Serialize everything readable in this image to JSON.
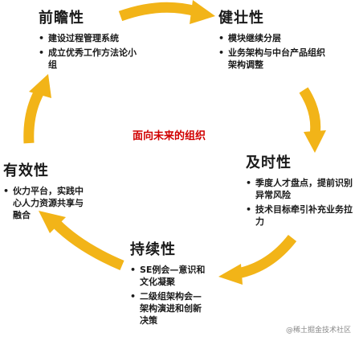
{
  "center_text": "面向未来的组织",
  "arrow_color": "#F2B418",
  "center_color": "#D00000",
  "nodes": [
    {
      "title": "前瞻性",
      "items": [
        "建设过程管理系统",
        "成立优秀工作方法论小组"
      ]
    },
    {
      "title": "健壮性",
      "items": [
        "模块继续分层",
        "业务架构与中台产品组织架构调整"
      ]
    },
    {
      "title": "及时性",
      "items": [
        "季度人才盘点，提前识别异常风险",
        "技术目标牵引补充业务拉力"
      ]
    },
    {
      "title": "持续性",
      "items": [
        "SE例会—意识和文化凝聚",
        "二级组架构会—架构演进和创新决策"
      ]
    },
    {
      "title": "有效性",
      "items": [
        "伙力平台，实践中心人力资源共享与融合"
      ]
    }
  ],
  "watermark": "@稀土掘金技术社区"
}
